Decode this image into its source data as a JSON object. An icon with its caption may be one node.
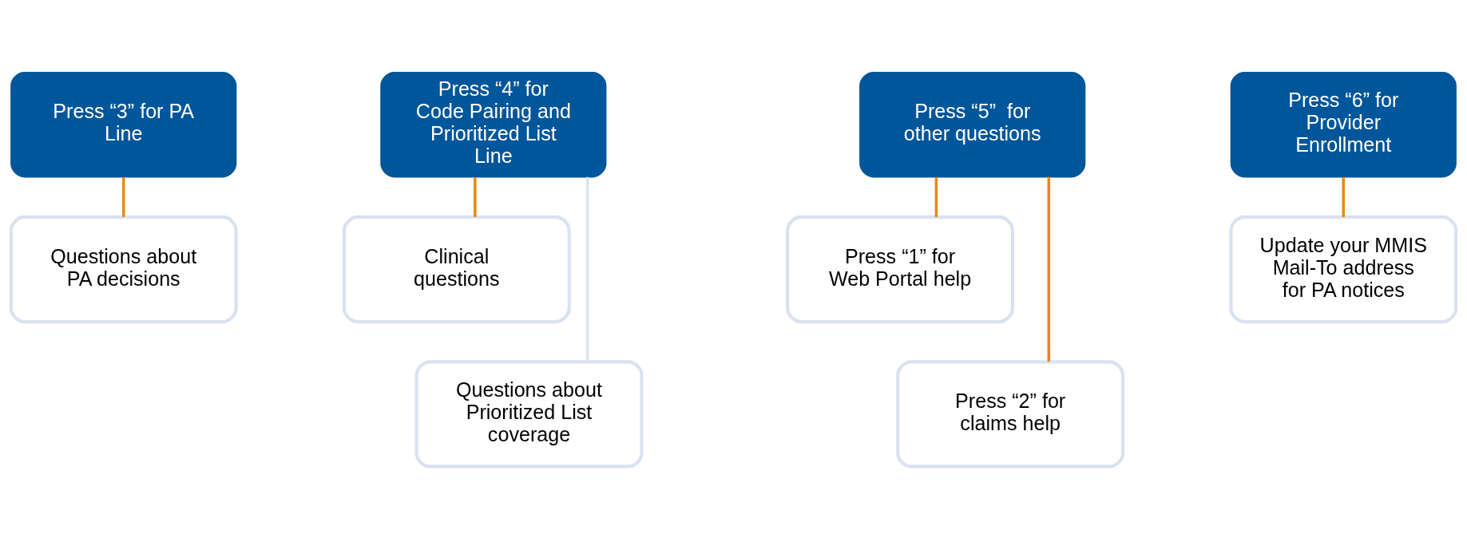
{
  "diagram": {
    "nodes": [
      {
        "text": [
          "Press “3” for PA Line"
        ]
      },
      {
        "text": [
          "Questions about PA decisions"
        ]
      },
      {
        "text": [
          "Press “4” for Code Pairing and Prioritized List Line"
        ]
      },
      {
        "text": [
          "Clinical questions"
        ]
      },
      {
        "text": [
          "Questions about Prioritized List coverage"
        ]
      },
      {
        "text": [
          "Press “5”  for other questions"
        ]
      },
      {
        "text": [
          "Press “1” for Web Portal help"
        ]
      },
      {
        "text": [
          "Press “2” for claims help"
        ]
      },
      {
        "text": [
          "Press “6” for Provider Enrollment"
        ]
      },
      {
        "text": [
          "Update your MMIS Mail-To address for PA notices"
        ]
      }
    ],
    "edges": [
      {
        "from": 0,
        "to": 1,
        "arrow": "none"
      },
      {
        "from": 2,
        "to": 3,
        "arrow": "none"
      },
      {
        "from": 2,
        "to": 4,
        "arrow": "none",
        "color": "#dce3ee"
      },
      {
        "from": 5,
        "to": 6,
        "arrow": "none"
      },
      {
        "from": 5,
        "to": 7,
        "arrow": "none"
      },
      {
        "from": 8,
        "to": 9,
        "arrow": "none"
      }
    ]
  }
}
